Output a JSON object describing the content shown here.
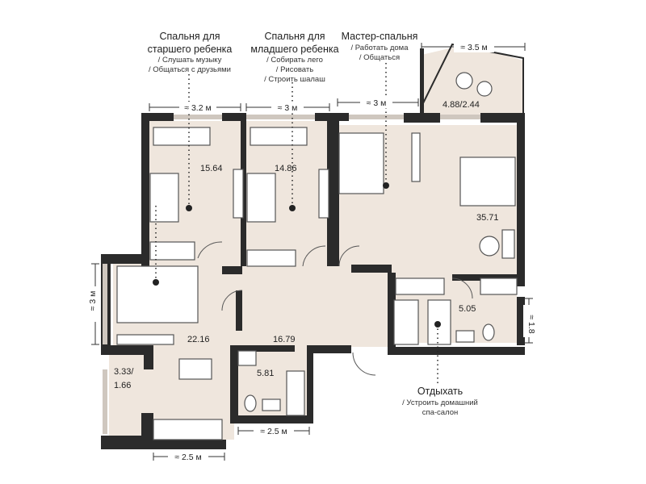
{
  "callouts": {
    "older_child": {
      "title_line1": "Спальня для",
      "title_line2": "старшего ребенка",
      "items": [
        "/ Слушать музыку",
        "/ Общаться с друзьями"
      ]
    },
    "younger_child": {
      "title_line1": "Спальня для",
      "title_line2": "младшего ребенка",
      "items": [
        "/ Собирать лего",
        "/ Рисовать",
        "/ Строить шалаш"
      ]
    },
    "master": {
      "title": "Мастер-спальня",
      "items": [
        "/ Работать дома",
        "/ Общаться"
      ]
    },
    "relax": {
      "title": "Отдыхать",
      "items": [
        "/ Устроить домашний",
        "спа-салон"
      ]
    }
  },
  "areas": {
    "older_bedroom": "15.64",
    "younger_bedroom": "14.86",
    "master_bedroom": "35.71",
    "balcony": "4.88/2.44",
    "living": "22.16",
    "hall": "16.79",
    "bath_left": "5.81",
    "bath_right": "5.05",
    "loggia_line1": "3.33/",
    "loggia_line2": "1.66"
  },
  "dimensions": {
    "older_width": "≈ 3.2 м",
    "younger_width": "≈ 3 м",
    "master_width": "≈ 3 м",
    "balcony_width": "≈ 3.5 м",
    "living_height": "≈ 3 м",
    "bath_right_height": "≈ 1.8",
    "kitchen_width": "≈ 2.5 м",
    "bath_left_width": "≈ 2.5 м"
  },
  "colors": {
    "wall": "#2b2b2b",
    "floor": "#efe6dd",
    "accent": "#4a4a4a"
  }
}
